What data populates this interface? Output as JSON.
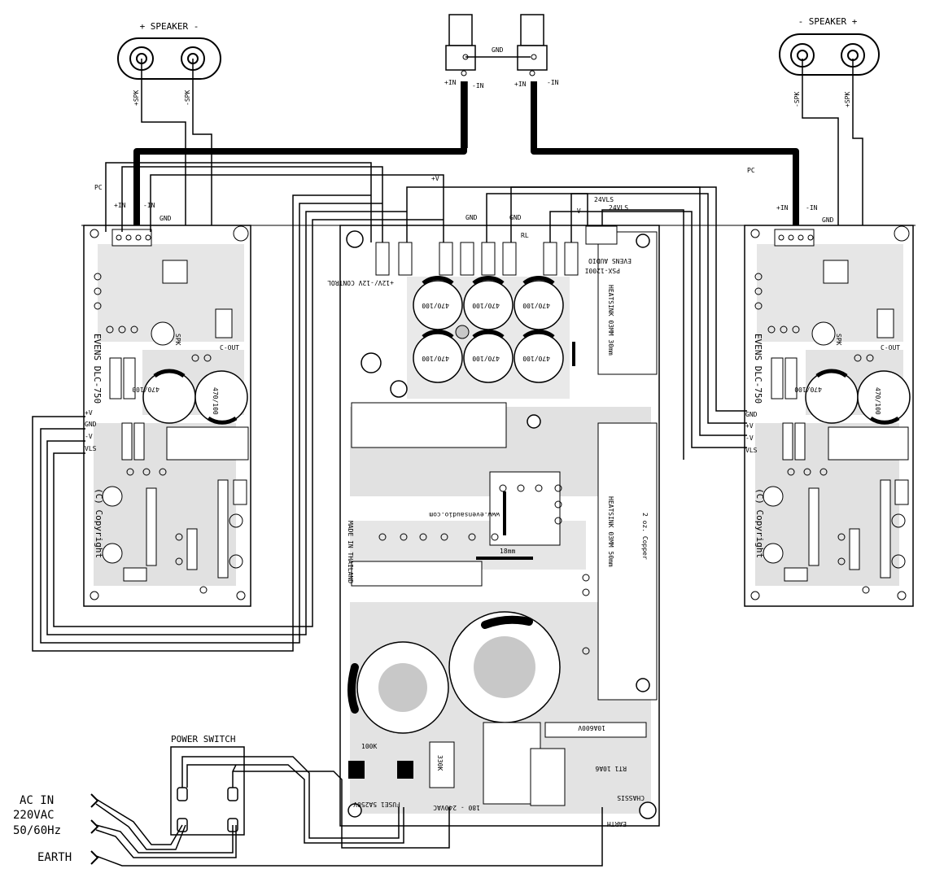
{
  "speakers": {
    "left_title": "+ SPEAKER -",
    "right_title": "- SPEAKER +",
    "left_pins": [
      "+SPK",
      "-SPK"
    ],
    "right_pins": [
      "-SPK",
      "+SPK"
    ]
  },
  "inputs": {
    "gnd": "GND",
    "left_plus": "+IN",
    "left_minus": "-IN",
    "right_plus": "+IN",
    "right_minus": "-IN"
  },
  "amp_left": {
    "pc": "PC",
    "plus_in": "+IN",
    "minus_in": "-IN",
    "gnd": "GND",
    "title": "EVENS DLC-750",
    "copyright": "(C) Copyright",
    "pins": [
      "+V",
      "GND",
      "-V",
      "VLS"
    ],
    "spk": "SPK",
    "c_out": "C-OUT",
    "caps": [
      "470/100",
      "470/100"
    ]
  },
  "amp_right": {
    "pc": "PC",
    "plus_in": "+IN",
    "minus_in": "-IN",
    "gnd": "GND",
    "title": "EVENS DLC-750",
    "copyright": "(C) Copyright",
    "pins": [
      "GND",
      "+V",
      "-V",
      "VLS"
    ],
    "spk": "SPK",
    "c_out": "C-OUT",
    "caps": [
      "470/100",
      "470/100"
    ]
  },
  "psu": {
    "model": "PSX-1200I",
    "brand": "EVENS AUDIO",
    "website": "www.evensaudio.com",
    "made_in": "MADE IN THAILAND",
    "heatsink_top": "HEATSINK 03MM 30mm",
    "heatsink_bottom": "HEATSINK 03MM 50mm",
    "copper": "2 oz. Copper",
    "chassis": "CHASSIS",
    "voltage": "180 - 240VAC",
    "fuse": "FUSE1 5A250V",
    "earth": "EARTH",
    "vls_pins": [
      "24VLS",
      "24VLS"
    ],
    "top_labels": [
      "+V",
      "GND",
      "GND",
      "-V",
      "RL"
    ],
    "caps_big": [
      "470/100",
      "470/100",
      "470/100",
      "470/100",
      "470/100",
      "470/100"
    ],
    "misc": [
      "10A600V",
      "RT1 10A6",
      "100K",
      "330K",
      "18mm",
      "+12V/-12V CONTROL"
    ]
  },
  "power_switch": {
    "title": "POWER SWITCH"
  },
  "ac_input": {
    "line1": "AC IN",
    "line2": "220VAC",
    "line3": "50/60Hz",
    "earth": "EARTH"
  },
  "colors": {
    "ink": "#000000",
    "trace": "#c8c8c8",
    "background": "#ffffff"
  }
}
